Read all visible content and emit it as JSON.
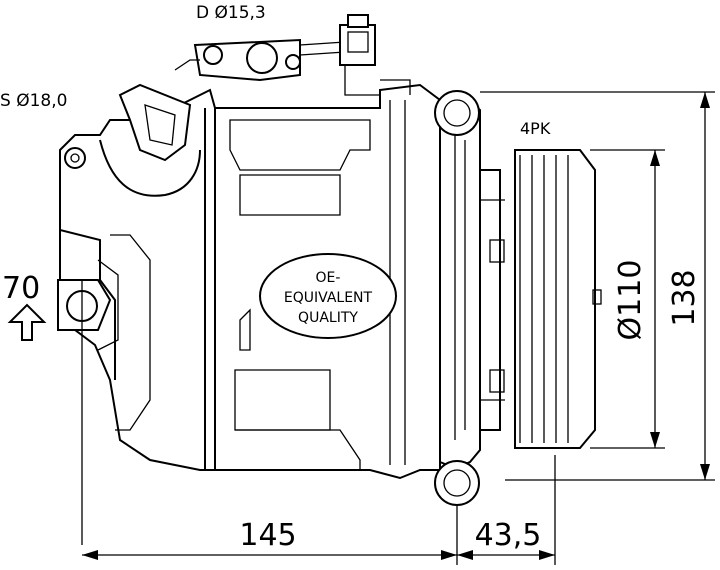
{
  "labels": {
    "discharge": "D Ø15,3",
    "suction": "S Ø18,0",
    "pulley_type": "4PK",
    "mount_offset": "70",
    "oe_line1": "OE-",
    "oe_line2": "EQUIVALENT",
    "oe_line3": "QUALITY"
  },
  "dimensions": {
    "body_length": "145",
    "pulley_length": "43,5",
    "pulley_diameter": "Ø110",
    "overall_height": "138"
  }
}
